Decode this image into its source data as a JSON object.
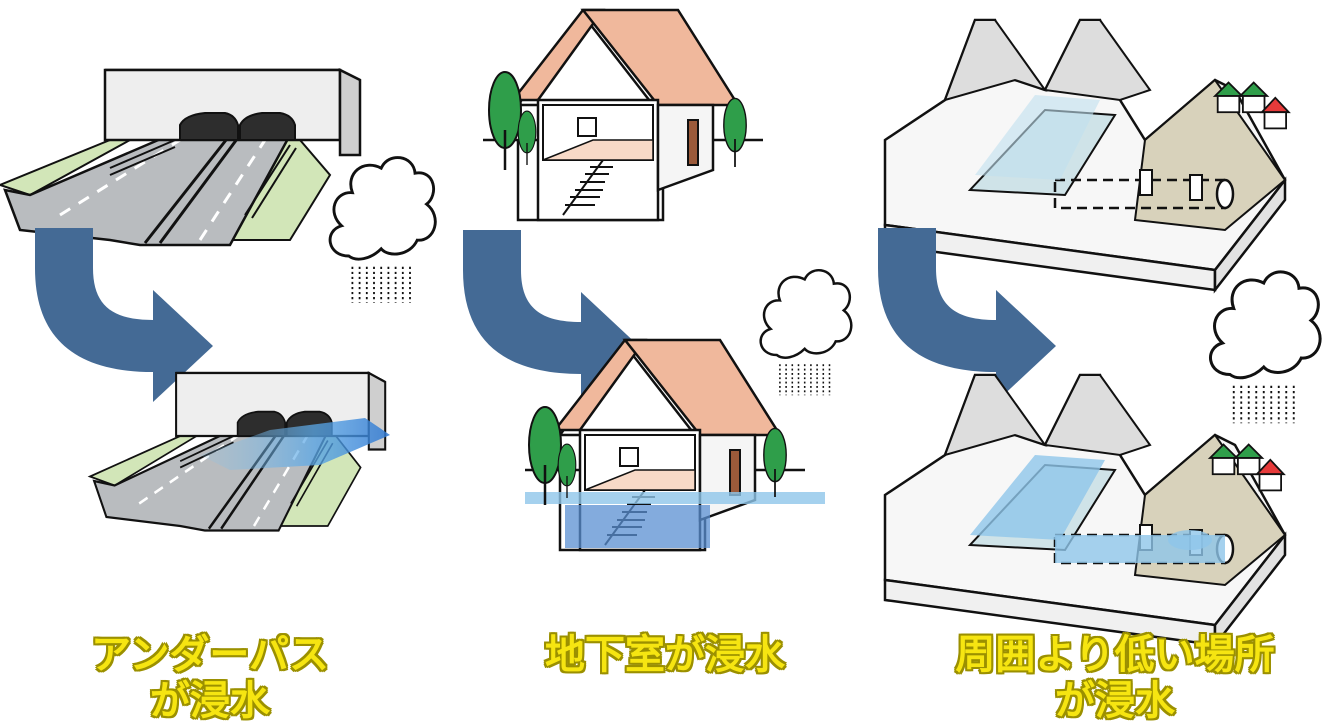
{
  "panels": [
    {
      "id": "underpass",
      "caption_line1": "アンダーパス",
      "caption_line2": "が浸水"
    },
    {
      "id": "basement",
      "caption_line1": "地下室が浸水",
      "caption_line2": ""
    },
    {
      "id": "lowland",
      "caption_line1": "周囲より低い場所",
      "caption_line2": "が浸水"
    }
  ],
  "colors": {
    "arrow": "#446a95",
    "water": "#8ec6ea",
    "water_deep": "#5a8fd1",
    "caption_text": "#f6e511",
    "roof": "#f0b89c",
    "tree": "#2f9e4a",
    "grass": "#d2e6b8",
    "road": "#b9bcbf",
    "concrete": "#eeeeee",
    "ground": "#d8d2bb"
  },
  "icons": [
    "underpass-dry-icon",
    "underpass-flooded-icon",
    "house-dry-icon",
    "house-flooded-icon",
    "river-dry-icon",
    "river-flooded-icon",
    "rain-cloud-icon",
    "curved-arrow-icon"
  ]
}
